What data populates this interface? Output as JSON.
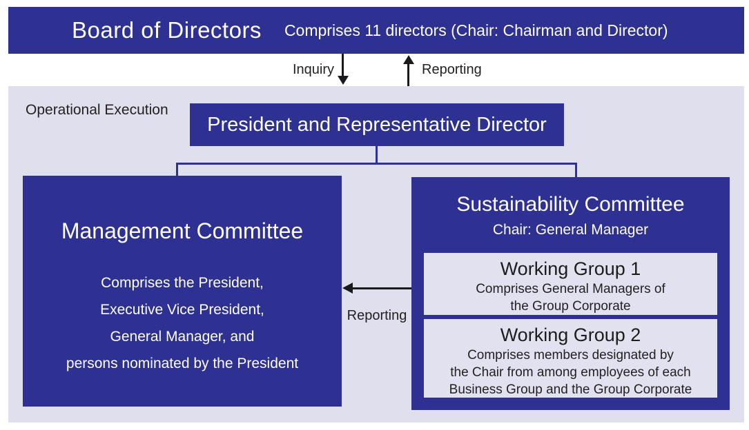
{
  "board": {
    "title": "Board of Directors",
    "subtitle": "Comprises 11 directors (Chair: Chairman and Director)"
  },
  "flows": {
    "inquiry_label": "Inquiry",
    "reporting_up_label": "Reporting",
    "reporting_left_label": "Reporting"
  },
  "panel": {
    "label": "Operational Execution"
  },
  "president": {
    "title": "President and Representative Director"
  },
  "management_committee": {
    "title": "Management Committee",
    "body_lines": [
      "Comprises the President,",
      "Executive Vice President,",
      "General Manager, and",
      "persons nominated by the President"
    ]
  },
  "sustainability_committee": {
    "title": "Sustainability Committee",
    "chair": "Chair: General Manager",
    "working_groups": [
      {
        "title": "Working Group 1",
        "body_lines": [
          "Comprises General Managers of",
          "the Group Corporate"
        ]
      },
      {
        "title": "Working Group 2",
        "body_lines": [
          "Comprises members designated by",
          "the Chair from among employees of each",
          "Business Group and the Group Corporate"
        ]
      }
    ]
  },
  "colors": {
    "indigo": "#2e3192",
    "lavender": "#dfdfee",
    "working_group_fill": "#e1e1f0",
    "text_dark": "#231f20",
    "arrow_black": "#1a1a1a",
    "text_white": "#ffffff"
  }
}
